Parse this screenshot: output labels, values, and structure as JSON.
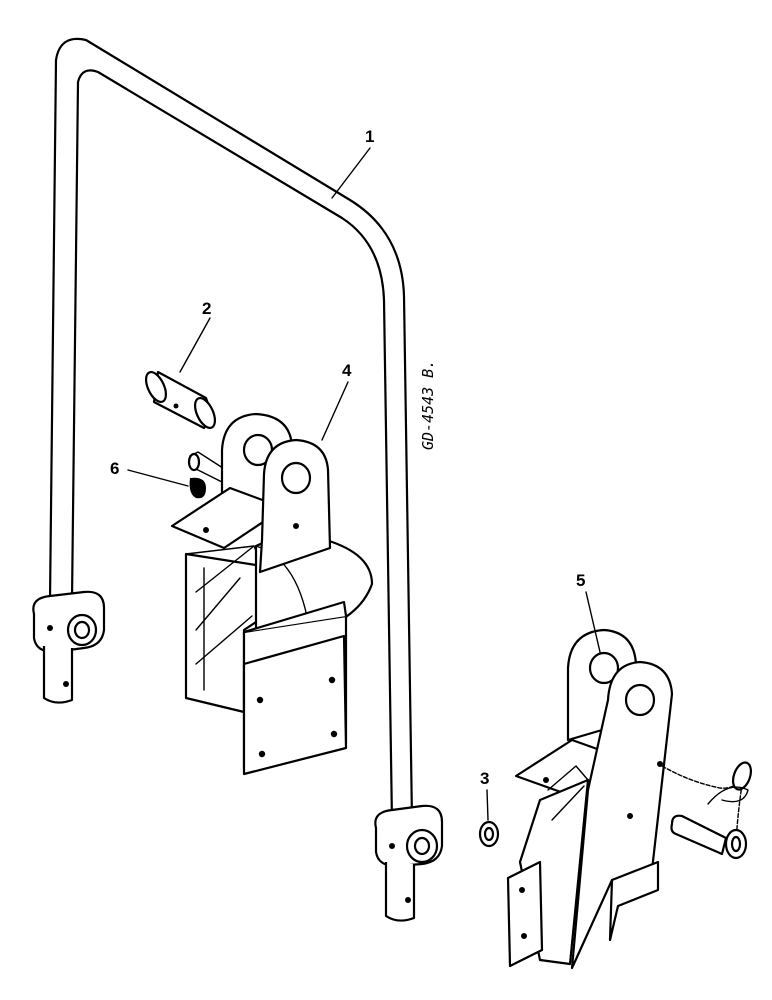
{
  "drawing_ref": "GD-4543 B.",
  "callouts": [
    {
      "id": "1",
      "label": "1"
    },
    {
      "id": "2",
      "label": "2"
    },
    {
      "id": "3",
      "label": "3"
    },
    {
      "id": "4",
      "label": "4"
    },
    {
      "id": "5",
      "label": "5"
    },
    {
      "id": "6",
      "label": "6"
    }
  ]
}
